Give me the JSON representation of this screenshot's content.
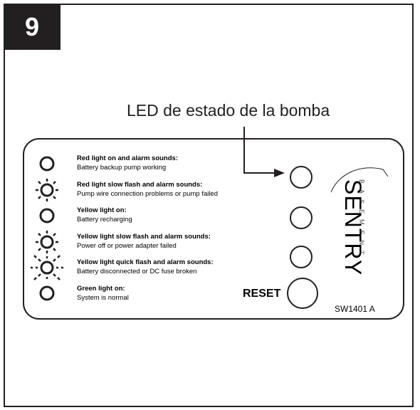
{
  "step_number": "9",
  "callout": "LED de estado de la bomba",
  "legend": [
    {
      "title": "Red light on and alarm sounds:",
      "desc": "Battery backup pump working",
      "icon": "steady-led-icon"
    },
    {
      "title": "Red light slow flash and alarm sounds:",
      "desc": "Pump wire connection problems or pump failed",
      "icon": "slow-flash-led-icon"
    },
    {
      "title": "Yellow light on:",
      "desc": "Battery recharging",
      "icon": "steady-led-icon"
    },
    {
      "title": "Yellow light slow flash and alarm sounds:",
      "desc": "Power off or power adapter failed",
      "icon": "slow-flash-led-icon"
    },
    {
      "title": "Yellow light quick flash and alarm sounds:",
      "desc": "Battery disconnected or DC fuse broken",
      "icon": "quick-flash-led-icon"
    },
    {
      "title": "Green light on:",
      "desc": "System is normal",
      "icon": "steady-led-icon"
    }
  ],
  "reset_label": "RESET",
  "model_code": "SW1401 A",
  "brand": {
    "name": "SENTRY",
    "sub": "BASEMENT"
  }
}
